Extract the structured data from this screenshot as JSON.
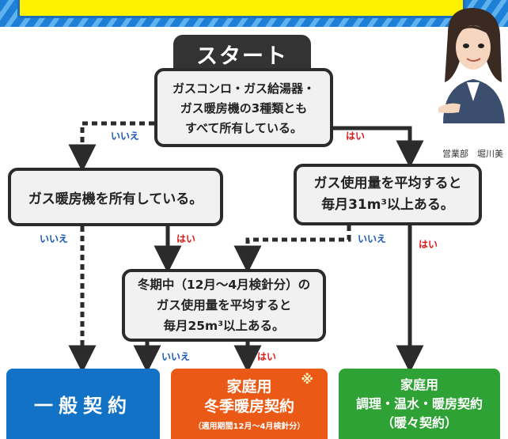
{
  "start": {
    "title": "スタート",
    "question": [
      "ガスコンロ・ガス給湯器・",
      "ガス暖房機の3種類とも",
      "すべて所有している。"
    ]
  },
  "q_heater": {
    "text": "ガス暖房機を所有している。"
  },
  "q_avg31": {
    "lines": [
      "ガス使用量を平均すると",
      "毎月31m³以上ある。"
    ]
  },
  "q_winter": {
    "lines": [
      "冬期中（12月〜4月検針分）の",
      "ガス使用量を平均すると",
      "毎月25m³以上ある。"
    ]
  },
  "labels": {
    "yes": "はい",
    "no": "いいえ"
  },
  "results": {
    "general": "一般契約",
    "winter": {
      "line1": "家庭用",
      "line2": "冬季暖房契約",
      "note": "（適用期間12月〜4月検針分）",
      "mark": "※"
    },
    "home": {
      "line1": "家庭用",
      "line2": "調理・温水・暖房契約",
      "line3": "（暖々契約）"
    }
  },
  "staff": {
    "caption": "営業部　堀川美"
  },
  "colors": {
    "no": "#1a56b8",
    "yes": "#d81b1b",
    "general": "#1273c6",
    "winter": "#ea5a16",
    "home": "#2ea235",
    "line": "#2b2b2b"
  }
}
